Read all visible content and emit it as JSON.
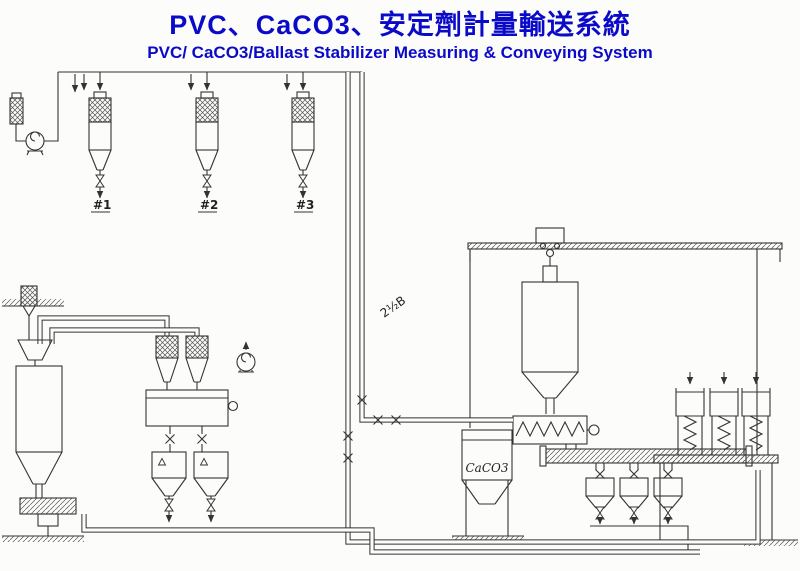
{
  "header": {
    "title_zh": "PVC、CaCO3、安定劑計量輸送系統",
    "title_en": "PVC/ CaCO3/Ballast Stabilizer Measuring & Conveying System"
  },
  "labels": {
    "station_1": "#1",
    "station_2": "#2",
    "station_3": "#3",
    "pipe_size": "2½B",
    "caco3_silo": "CaCO3"
  },
  "colors": {
    "title_blue": "#0a0ac8",
    "line_ink": "#333333",
    "paper": "#fcfcfa"
  }
}
